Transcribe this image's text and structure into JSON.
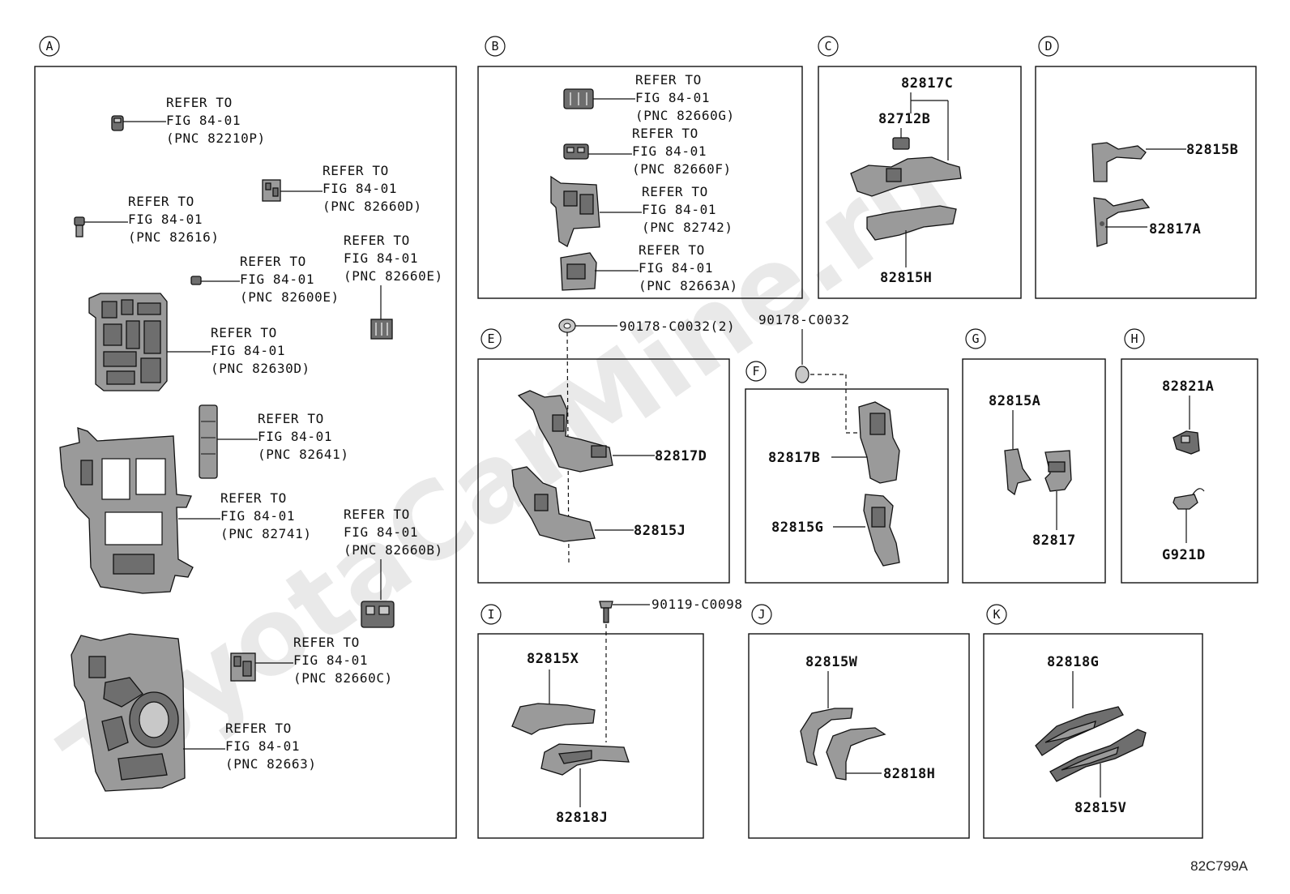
{
  "watermark": "ToyotaCarMine.ru",
  "diagram_code": "82C799A",
  "sections": {
    "A": {
      "label": "A",
      "refs": [
        {
          "line1": "REFER TO",
          "line2": "FIG 84-01",
          "line3": "(PNC 82210P)"
        },
        {
          "line1": "REFER TO",
          "line2": "FIG 84-01",
          "line3": "(PNC 82660D)"
        },
        {
          "line1": "REFER TO",
          "line2": "FIG 84-01",
          "line3": "(PNC 82616)"
        },
        {
          "line1": "REFER TO",
          "line2": "FIG 84-01",
          "line3": "(PNC 82600E)"
        },
        {
          "line1": "REFER TO",
          "line2": "FIG 84-01",
          "line3": "(PNC 82660E)"
        },
        {
          "line1": "REFER TO",
          "line2": "FIG 84-01",
          "line3": "(PNC 82630D)"
        },
        {
          "line1": "REFER TO",
          "line2": "FIG 84-01",
          "line3": "(PNC 82641)"
        },
        {
          "line1": "REFER TO",
          "line2": "FIG 84-01",
          "line3": "(PNC 82741)"
        },
        {
          "line1": "REFER TO",
          "line2": "FIG 84-01",
          "line3": "(PNC 82660B)"
        },
        {
          "line1": "REFER TO",
          "line2": "FIG 84-01",
          "line3": "(PNC 82660C)"
        },
        {
          "line1": "REFER TO",
          "line2": "FIG 84-01",
          "line3": "(PNC 82663)"
        }
      ]
    },
    "B": {
      "label": "B",
      "refs": [
        {
          "line1": "REFER TO",
          "line2": "FIG 84-01",
          "line3": "(PNC 82660G)"
        },
        {
          "line1": "REFER TO",
          "line2": "FIG 84-01",
          "line3": "(PNC 82660F)"
        },
        {
          "line1": "REFER TO",
          "line2": "FIG 84-01",
          "line3": "(PNC 82742)"
        },
        {
          "line1": "REFER TO",
          "line2": "FIG 84-01",
          "line3": "(PNC 82663A)"
        }
      ]
    },
    "C": {
      "label": "C",
      "parts": [
        "82817C",
        "82712B",
        "82815H"
      ]
    },
    "D": {
      "label": "D",
      "parts": [
        "82815B",
        "82817A"
      ]
    },
    "E": {
      "label": "E",
      "parts": [
        "90178-C0032(2)",
        "82817D",
        "82815J"
      ]
    },
    "F": {
      "label": "F",
      "parts": [
        "90178-C0032",
        "82817B",
        "82815G"
      ]
    },
    "G": {
      "label": "G",
      "parts": [
        "82815A",
        "82817"
      ]
    },
    "H": {
      "label": "H",
      "parts": [
        "82821A",
        "G921D"
      ]
    },
    "I": {
      "label": "I",
      "parts": [
        "90119-C0098",
        "82815X",
        "82818J"
      ]
    },
    "J": {
      "label": "J",
      "parts": [
        "82815W",
        "82818H"
      ]
    },
    "K": {
      "label": "K",
      "parts": [
        "82818G",
        "82815V"
      ]
    }
  }
}
